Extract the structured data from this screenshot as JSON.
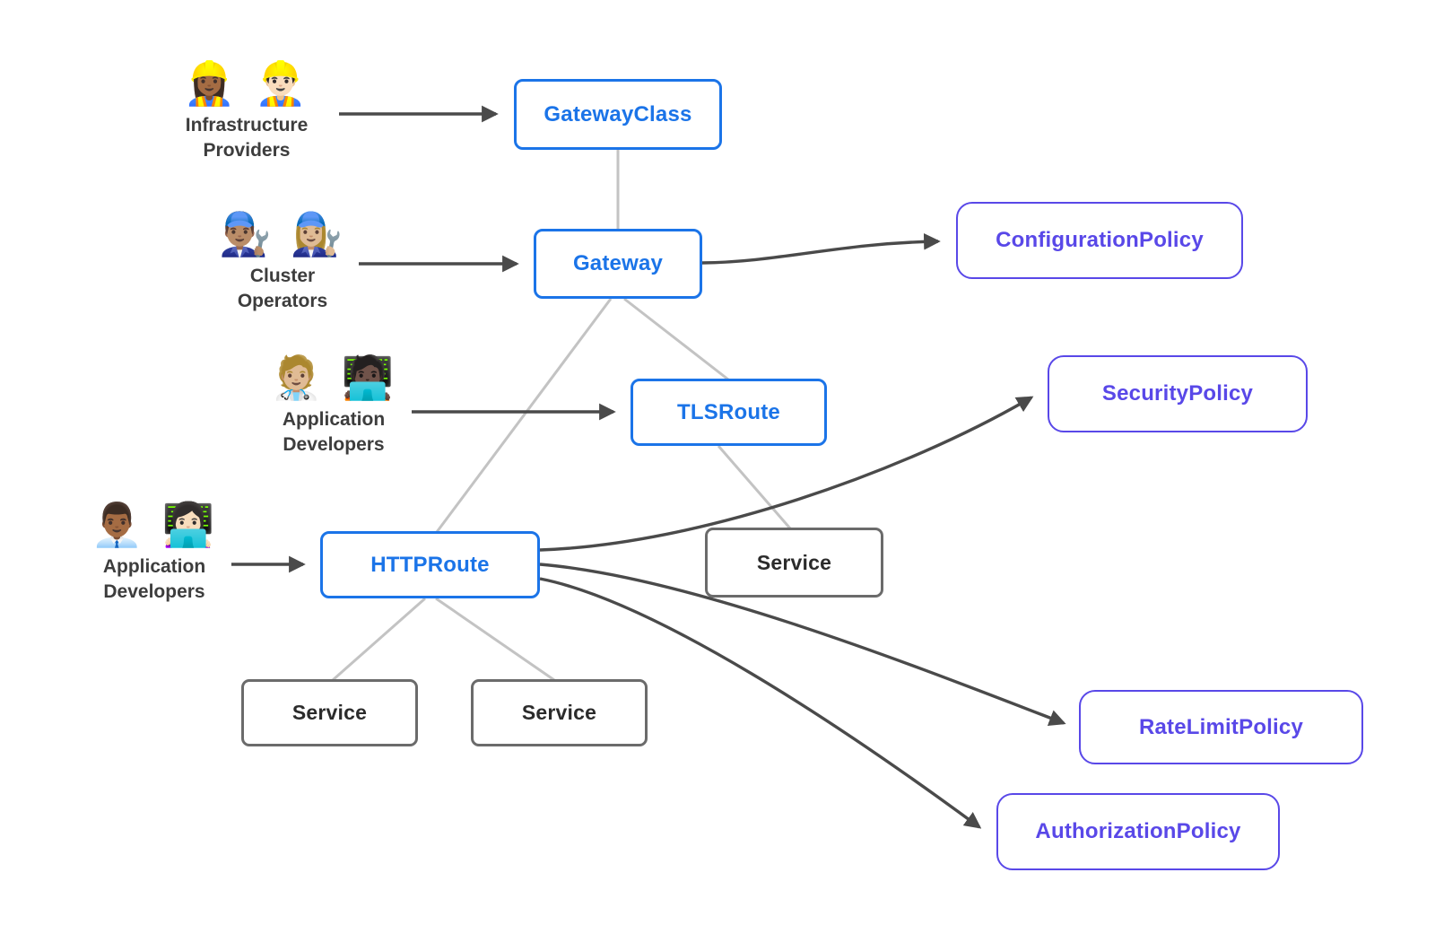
{
  "diagram": {
    "background": "#ffffff",
    "colors": {
      "resource_blue": "#1b74e8",
      "policy_purple": "#5948e8",
      "service_border_grey": "#6b6b6b",
      "service_text": "#2b2b2b",
      "relation_line_grey": "#c3c3c3",
      "arrow_dark": "#4a4a4a",
      "persona_text": "#3d3d3d"
    },
    "personas": [
      {
        "id": "infrastructure-providers",
        "emojis": "👷🏾‍♀️ 👷🏻‍♂️",
        "line1": "Infrastructure",
        "line2": "Providers"
      },
      {
        "id": "cluster-operators",
        "emojis": "👨🏽‍🔧 👩🏼‍🔧",
        "line1": "Cluster",
        "line2": "Operators"
      },
      {
        "id": "application-developers-tls",
        "emojis": "🧑🏼‍⚕️ 🧑🏿‍💻",
        "line1": "Application",
        "line2": "Developers"
      },
      {
        "id": "application-developers-http",
        "emojis": "👨🏾‍💼 👩🏻‍💻",
        "line1": "Application",
        "line2": "Developers"
      }
    ],
    "nodes": {
      "gateway_class": {
        "label": "GatewayClass",
        "type": "resource"
      },
      "gateway": {
        "label": "Gateway",
        "type": "resource"
      },
      "tls_route": {
        "label": "TLSRoute",
        "type": "resource"
      },
      "http_route": {
        "label": "HTTPRoute",
        "type": "resource"
      },
      "service_mid": {
        "label": "Service",
        "type": "service"
      },
      "service_left": {
        "label": "Service",
        "type": "service"
      },
      "service_right": {
        "label": "Service",
        "type": "service"
      },
      "configuration_policy": {
        "label": "ConfigurationPolicy",
        "type": "policy"
      },
      "security_policy": {
        "label": "SecurityPolicy",
        "type": "policy"
      },
      "rate_limit_policy": {
        "label": "RateLimitPolicy",
        "type": "policy"
      },
      "authorization_policy": {
        "label": "AuthorizationPolicy",
        "type": "policy"
      }
    }
  }
}
